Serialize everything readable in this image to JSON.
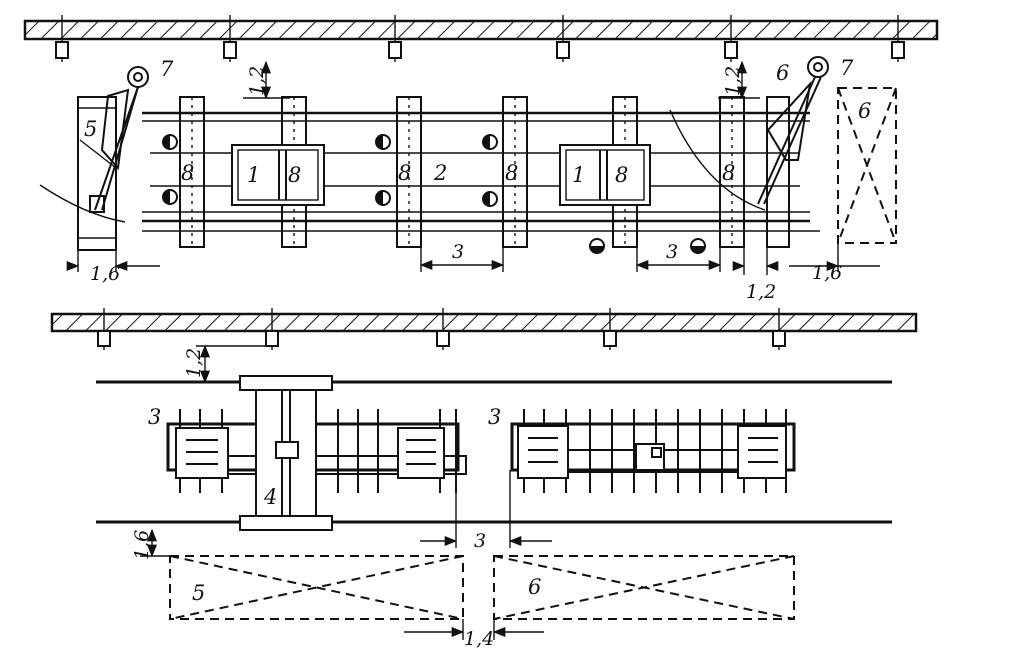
{
  "labels": {
    "item_1": "1",
    "item_2": "2",
    "item_3": "3",
    "item_4": "4",
    "item_5": "5",
    "item_6": "6",
    "item_7": "7",
    "item_8": "8"
  },
  "dimensions": {
    "d_1_2": "1,2",
    "d_1_6": "1,6",
    "d_3": "3",
    "d_1_4": "1,4"
  },
  "colors": {
    "ink": "#111111",
    "paper": "#ffffff"
  }
}
